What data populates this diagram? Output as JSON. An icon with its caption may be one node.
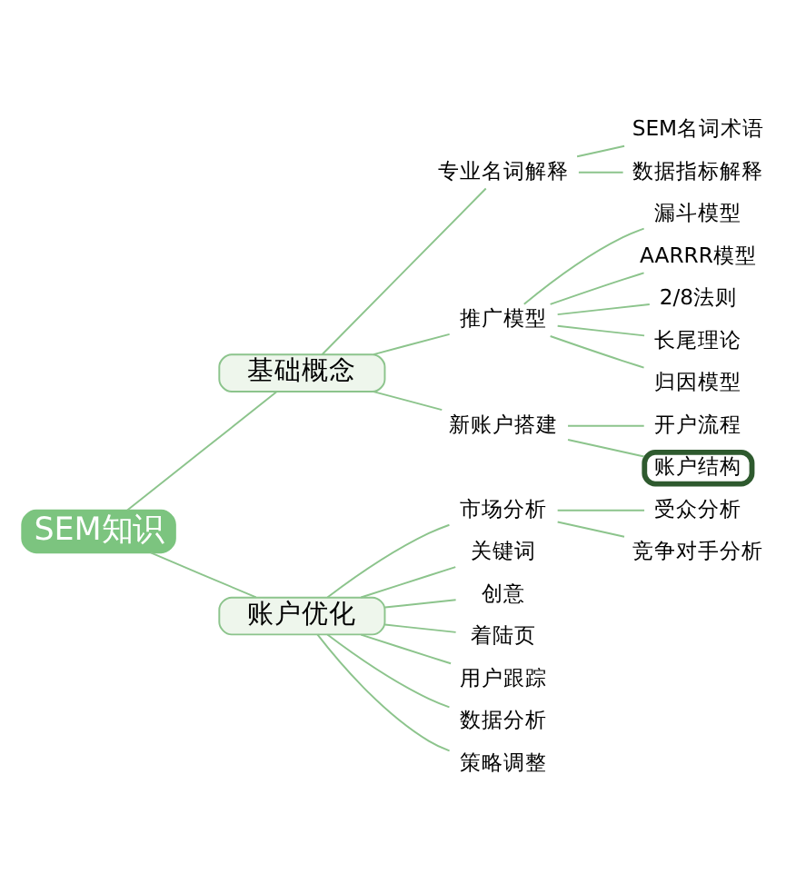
{
  "diagram": {
    "nodes": [
      {
        "text": [
          "SEM知识"
        ]
      },
      {
        "text": [
          "基础概念"
        ]
      },
      {
        "text": [
          "专业名词解释"
        ]
      },
      {
        "text": [
          "SEM名词术语"
        ]
      },
      {
        "text": [
          "数据指标解释"
        ]
      },
      {
        "text": [
          "推广模型"
        ]
      },
      {
        "text": [
          "漏斗模型"
        ]
      },
      {
        "text": [
          "AARRR模型"
        ]
      },
      {
        "text": [
          "2/8法则"
        ]
      },
      {
        "text": [
          "长尾理论"
        ]
      },
      {
        "text": [
          "归因模型"
        ]
      },
      {
        "text": [
          "新账户搭建"
        ]
      },
      {
        "text": [
          "开户流程"
        ]
      },
      {
        "text": [
          "账户结构"
        ]
      },
      {
        "text": [
          "账户优化"
        ]
      },
      {
        "text": [
          "市场分析"
        ]
      },
      {
        "text": [
          "受众分析"
        ]
      },
      {
        "text": [
          "竞争对手分析"
        ]
      },
      {
        "text": [
          "关键词"
        ]
      },
      {
        "text": [
          "创意"
        ]
      },
      {
        "text": [
          "着陆页"
        ]
      },
      {
        "text": [
          "用户跟踪"
        ]
      },
      {
        "text": [
          "数据分析"
        ]
      },
      {
        "text": [
          "策略调整"
        ]
      }
    ],
    "edges": [
      {
        "from": 0,
        "to": 1,
        "arrow": "none"
      },
      {
        "from": 1,
        "to": 2,
        "arrow": "none"
      },
      {
        "from": 2,
        "to": 3,
        "arrow": "none"
      },
      {
        "from": 2,
        "to": 4,
        "arrow": "none"
      },
      {
        "from": 1,
        "to": 5,
        "arrow": "none"
      },
      {
        "from": 5,
        "to": 6,
        "arrow": "none"
      },
      {
        "from": 5,
        "to": 7,
        "arrow": "none"
      },
      {
        "from": 5,
        "to": 8,
        "arrow": "none"
      },
      {
        "from": 5,
        "to": 9,
        "arrow": "none"
      },
      {
        "from": 5,
        "to": 10,
        "arrow": "none"
      },
      {
        "from": 1,
        "to": 11,
        "arrow": "none"
      },
      {
        "from": 11,
        "to": 12,
        "arrow": "none"
      },
      {
        "from": 11,
        "to": 13,
        "arrow": "none"
      },
      {
        "from": 0,
        "to": 14,
        "arrow": "none"
      },
      {
        "from": 14,
        "to": 15,
        "arrow": "none"
      },
      {
        "from": 15,
        "to": 16,
        "arrow": "none"
      },
      {
        "from": 15,
        "to": 17,
        "arrow": "none"
      },
      {
        "from": 14,
        "to": 18,
        "arrow": "none"
      },
      {
        "from": 14,
        "to": 19,
        "arrow": "none"
      },
      {
        "from": 14,
        "to": 20,
        "arrow": "none"
      },
      {
        "from": 14,
        "to": 21,
        "arrow": "none"
      },
      {
        "from": 14,
        "to": 22,
        "arrow": "none"
      },
      {
        "from": 14,
        "to": 23,
        "arrow": "none"
      }
    ]
  }
}
